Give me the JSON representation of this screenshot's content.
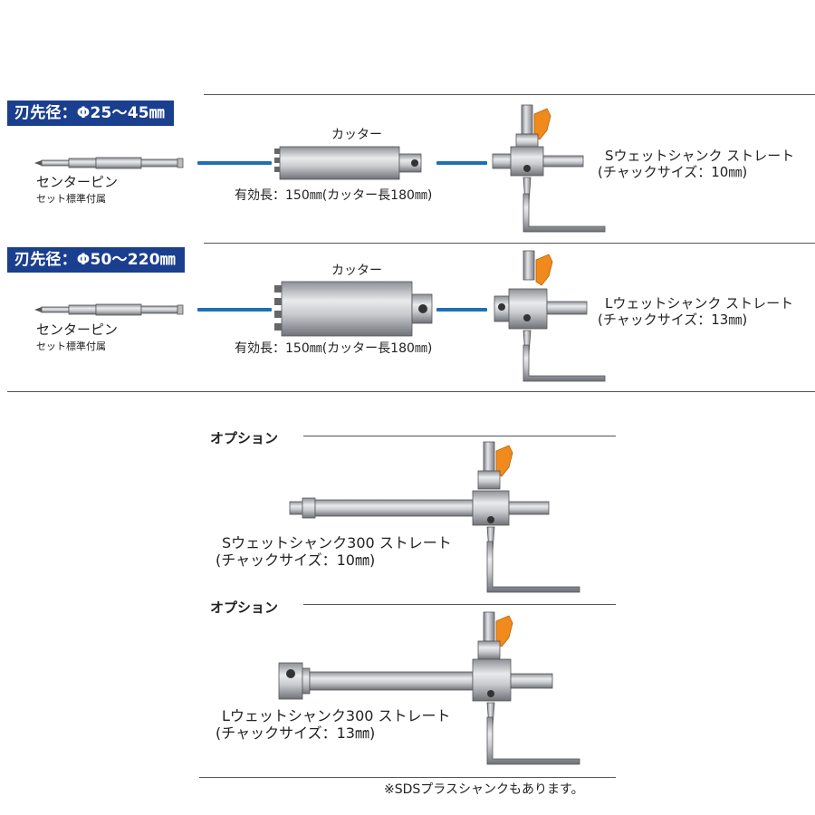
{
  "section1": {
    "badge": "刃先径：Φ25〜45㎜",
    "center_pin_label": "センターピン",
    "center_pin_note": "セット標準付属",
    "cutter_label": "カッター",
    "effective_length": "有効長：150㎜(カッター長180㎜)",
    "shank_name": "Sウェットシャンク ストレート",
    "shank_chuck": "(チャックサイズ：10㎜)"
  },
  "section2": {
    "badge": "刃先径：Φ50〜220㎜",
    "center_pin_label": "センターピン",
    "center_pin_note": "セット標準付属",
    "cutter_label": "カッター",
    "effective_length": "有効長：150㎜(カッター長180㎜)",
    "shank_name": "Lウェットシャンク ストレート",
    "shank_chuck": "(チャックサイズ：13㎜)"
  },
  "option1": {
    "heading": "オプション",
    "shank_name": "Sウェットシャンク300 ストレート",
    "shank_chuck": "(チャックサイズ：10㎜)"
  },
  "option2": {
    "heading": "オプション",
    "shank_name": "Lウェットシャンク300 ストレート",
    "shank_chuck": "(チャックサイズ：13㎜)"
  },
  "footnote": "※SDSプラスシャンクもあります。",
  "colors": {
    "badge_bg": "#1b3f8f",
    "connector_blue": "#1f6fb4",
    "lever_orange": "#f08a1c",
    "metal": "#b9bcc0"
  }
}
